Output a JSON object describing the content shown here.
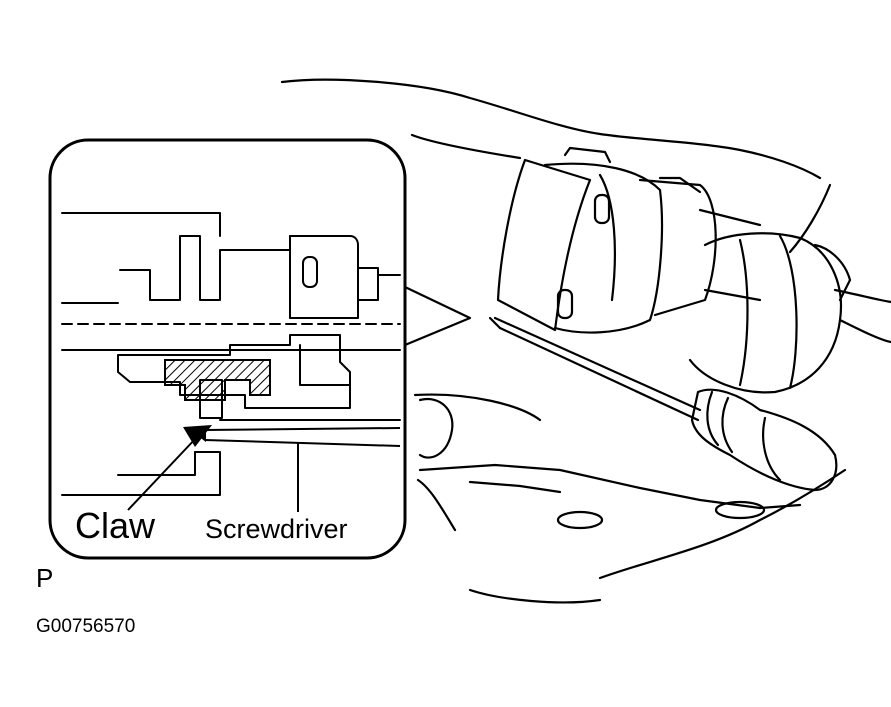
{
  "labels": {
    "claw": "Claw",
    "screwdriver": "Screwdriver",
    "view_marker": "P",
    "figure_code": "G00756570"
  },
  "colors": {
    "line": "#000000",
    "background": "#ffffff"
  }
}
